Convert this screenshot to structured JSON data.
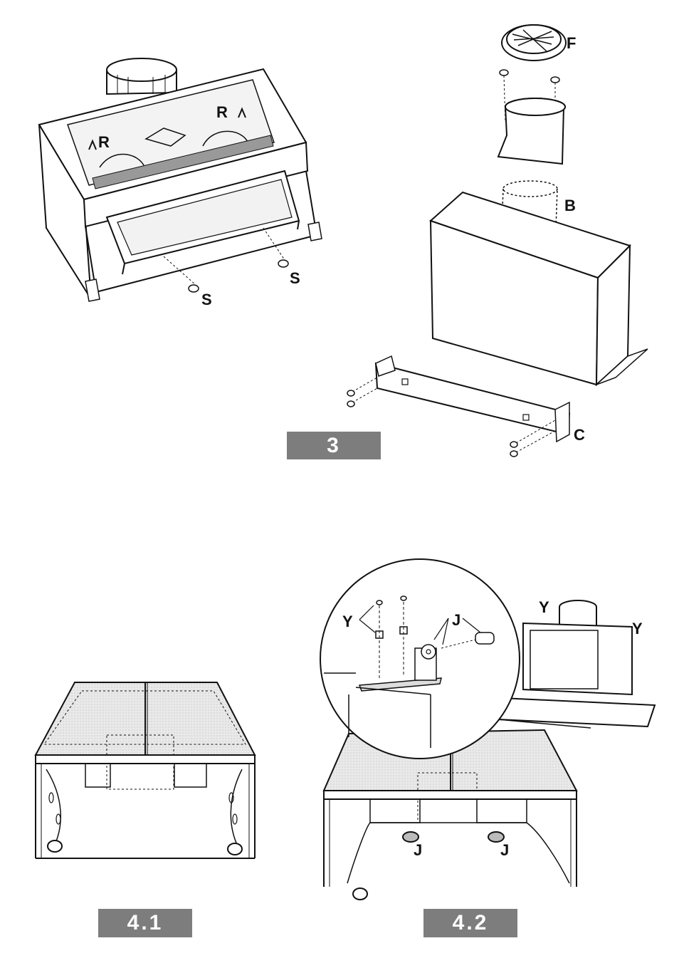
{
  "figures": {
    "fig3": {
      "tag": "3"
    },
    "fig41": {
      "tag": "4.1"
    },
    "fig42": {
      "tag": "4.2"
    }
  },
  "labels": {
    "R": "R",
    "S": "S",
    "F": "F",
    "B": "B",
    "C": "C",
    "Y": "Y",
    "J": "J"
  }
}
